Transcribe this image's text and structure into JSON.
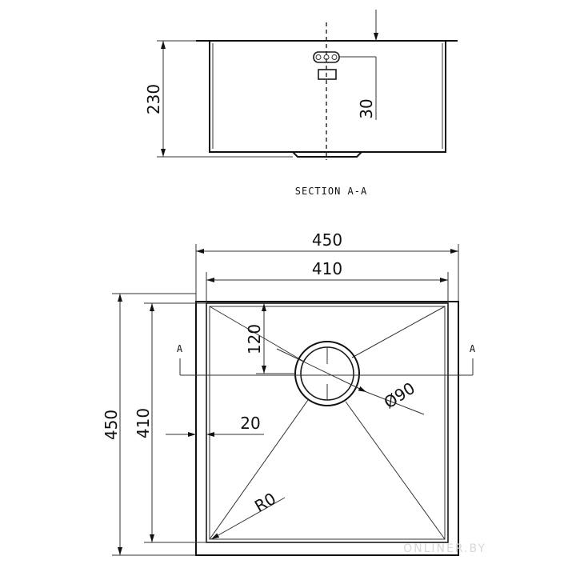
{
  "section_view": {
    "title": "SECTION A-A",
    "depth_label": "230",
    "overflow_label": "30"
  },
  "plan_view": {
    "outer_width_label": "450",
    "inner_width_label": "410",
    "outer_height_label": "450",
    "inner_height_label": "410",
    "drain_offset_label": "120",
    "drain_diameter_label": "Ø90",
    "rim_label": "20",
    "corner_radius_label": "R0",
    "section_mark_left": "A",
    "section_mark_right": "A"
  },
  "watermark": "ONLINER.BY"
}
